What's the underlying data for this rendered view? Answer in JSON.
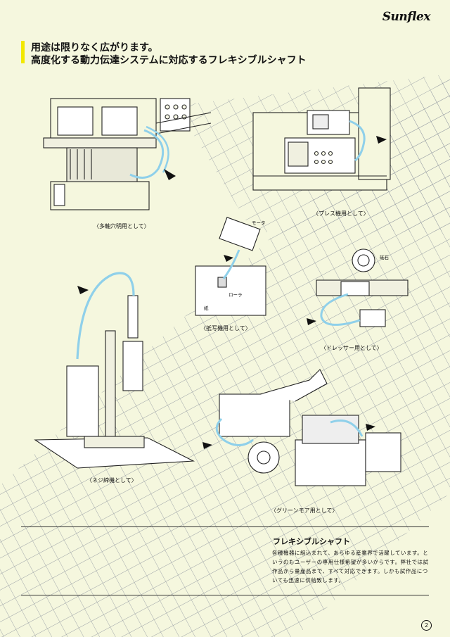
{
  "brand": {
    "logo_text": "Sunflex"
  },
  "header": {
    "line1": "用途は限りなく広がります。",
    "line2": "高度化する動力伝達システムに対応するフレキシブルシャフト"
  },
  "illustrations": {
    "multi_spindle": {
      "caption": "〈多軸穴明用として〉"
    },
    "press": {
      "caption": "〈プレス機用として〉"
    },
    "paper": {
      "caption": "〈抵写機用として〉",
      "label_motor": "モータ",
      "label_roller": "ローラ",
      "label_paper": "紙"
    },
    "dresser": {
      "caption": "〈ドレッサー用として〉",
      "label_grindstone": "砥石"
    },
    "screw": {
      "caption": "〈ネジ締機として〉"
    },
    "mower": {
      "caption": "〈グリーンモア用として〉"
    }
  },
  "info": {
    "title": "フレキシブルシャフト",
    "body": "各種機器に組込まれて、あらゆる産業界で活躍しています。というのもユーザーの専用仕様希望が多いからです。弊社では試作品から量産品まで、すべて対応できます。しかも試作品についても迅速に供給致します。"
  },
  "footer": {
    "page_number": "2"
  },
  "colors": {
    "background": "#f5f7de",
    "grid": "#9aa0a6",
    "accent_yellow": "#f2e800",
    "shaft_blue": "#8fd0ea"
  }
}
